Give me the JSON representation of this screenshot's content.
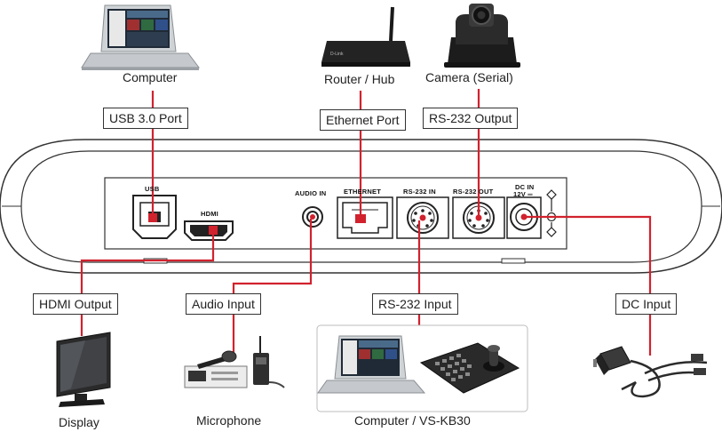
{
  "devices": {
    "computer": "Computer",
    "router": "Router / Hub",
    "camera": "Camera  (Serial)",
    "display": "Display",
    "microphone": "Microphone",
    "computer_kb": "Computer / VS-KB30",
    "router_brand": "D-Link"
  },
  "connections": {
    "usb": "USB 3.0 Port",
    "ethernet": "Ethernet Port",
    "rs232_output": "RS-232 Output",
    "hdmi_output": "HDMI Output",
    "audio_input": "Audio Input",
    "rs232_input": "RS-232 Input",
    "dc_input": "DC Input"
  },
  "panel_ports": {
    "usb": "USB",
    "hdmi": "HDMI",
    "audio_in": "AUDIO IN",
    "ethernet": "ETHERNET",
    "rs232_in": "RS-232 IN",
    "rs232_out": "RS-232 OUT",
    "dc_in": "DC IN",
    "dc_voltage": "12V ═"
  },
  "colors": {
    "connector": "#d1222e",
    "outline": "#333333",
    "device_dark": "#2b2b2b"
  }
}
